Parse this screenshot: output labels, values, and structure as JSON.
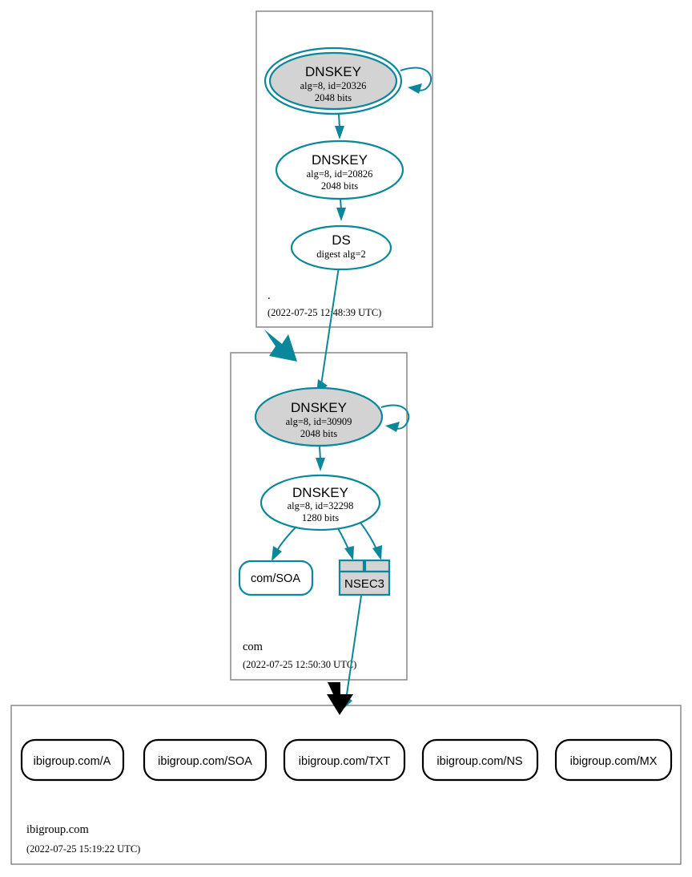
{
  "diagram": {
    "type": "dnssec-authentication-chain",
    "title": "ibigroup.com DNSSEC authentication chain"
  },
  "colors": {
    "secure": "#0a879a",
    "insecure": "#000000",
    "key_fill": "#d3d3d3",
    "cluster_border": "#808080",
    "background": "#ffffff"
  },
  "zones": [
    {
      "id": "root",
      "name": ".",
      "timestamp": "(2022-07-25 12:48:39 UTC)",
      "nodes": [
        {
          "id": "root-ksk",
          "kind": "dnskey",
          "shape": "doubleellipse",
          "fill": "key_fill",
          "title": "DNSKEY",
          "line2": "alg=8, id=20326",
          "line3": "2048 bits",
          "self_signed": true
        },
        {
          "id": "root-zsk",
          "kind": "dnskey",
          "shape": "ellipse",
          "fill": "white",
          "title": "DNSKEY",
          "line2": "alg=8, id=20826",
          "line3": "2048 bits",
          "self_signed": false
        },
        {
          "id": "root-ds-com",
          "kind": "ds",
          "shape": "ellipse",
          "fill": "white",
          "title": "DS",
          "line2": "digest alg=2",
          "line3": ""
        }
      ]
    },
    {
      "id": "com",
      "name": "com",
      "timestamp": "(2022-07-25 12:50:30 UTC)",
      "nodes": [
        {
          "id": "com-ksk",
          "kind": "dnskey",
          "shape": "ellipse",
          "fill": "key_fill",
          "title": "DNSKEY",
          "line2": "alg=8, id=30909",
          "line3": "2048 bits",
          "self_signed": true
        },
        {
          "id": "com-zsk",
          "kind": "dnskey",
          "shape": "ellipse",
          "fill": "white",
          "title": "DNSKEY",
          "line2": "alg=8, id=32298",
          "line3": "1280 bits",
          "self_signed": false
        },
        {
          "id": "com-soa",
          "kind": "rrset",
          "shape": "roundrect",
          "label": "com/SOA"
        },
        {
          "id": "com-nsec3",
          "kind": "nsec3",
          "shape": "table",
          "label": "NSEC3",
          "cells": [
            "",
            ""
          ]
        }
      ]
    },
    {
      "id": "ibigroup",
      "name": "ibigroup.com",
      "timestamp": "(2022-07-25 15:19:22 UTC)",
      "nodes": [
        {
          "id": "ibi-a",
          "kind": "rrset",
          "shape": "roundrect",
          "label": "ibigroup.com/A"
        },
        {
          "id": "ibi-soa",
          "kind": "rrset",
          "shape": "roundrect",
          "label": "ibigroup.com/SOA"
        },
        {
          "id": "ibi-txt",
          "kind": "rrset",
          "shape": "roundrect",
          "label": "ibigroup.com/TXT"
        },
        {
          "id": "ibi-ns",
          "kind": "rrset",
          "shape": "roundrect",
          "label": "ibigroup.com/NS"
        },
        {
          "id": "ibi-mx",
          "kind": "rrset",
          "shape": "roundrect",
          "label": "ibigroup.com/MX"
        }
      ]
    }
  ],
  "edges": [
    {
      "from": "root-ksk",
      "to": "root-ksk",
      "style": "self-loop",
      "color": "secure"
    },
    {
      "from": "root-ksk",
      "to": "root-zsk",
      "style": "arrow",
      "color": "secure"
    },
    {
      "from": "root-zsk",
      "to": "root-ds-com",
      "style": "arrow",
      "color": "secure"
    },
    {
      "from": "root-ds-com",
      "to": "com-ksk",
      "style": "arrow",
      "color": "secure"
    },
    {
      "from": "root",
      "to": "com",
      "style": "delegation-thick",
      "color": "secure"
    },
    {
      "from": "com-ksk",
      "to": "com-ksk",
      "style": "self-loop",
      "color": "secure"
    },
    {
      "from": "com-ksk",
      "to": "com-zsk",
      "style": "arrow",
      "color": "secure"
    },
    {
      "from": "com-zsk",
      "to": "com-soa",
      "style": "arrow",
      "color": "secure"
    },
    {
      "from": "com-zsk",
      "to": "com-nsec3-cell-1",
      "style": "arrow",
      "color": "secure"
    },
    {
      "from": "com-zsk",
      "to": "com-nsec3-cell-2",
      "style": "arrow",
      "color": "secure"
    },
    {
      "from": "com-nsec3",
      "to": "ibigroup",
      "style": "arrow",
      "color": "secure"
    },
    {
      "from": "com",
      "to": "ibigroup",
      "style": "delegation-thick",
      "color": "insecure"
    }
  ]
}
